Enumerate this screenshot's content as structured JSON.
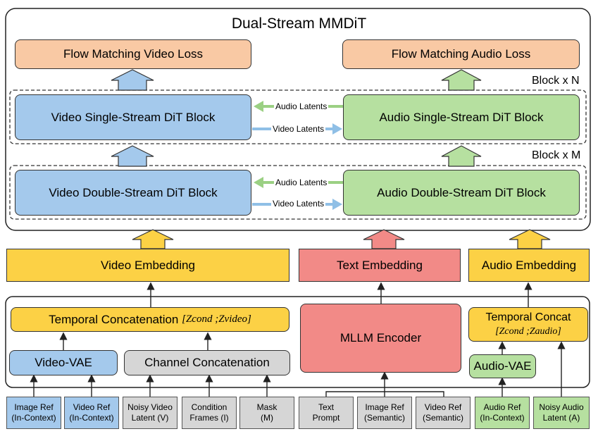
{
  "top": {
    "title": "Dual-Stream MMDiT",
    "video_loss": "Flow Matching Video Loss",
    "audio_loss": "Flow Matching Audio Loss",
    "block_n": "Block x N",
    "block_m": "Block x M",
    "video_single": "Video Single-Stream DiT Block",
    "audio_single": "Audio Single-Stream DiT Block",
    "video_double": "Video Double-Stream DiT Block",
    "audio_double": "Audio Double-Stream DiT Block",
    "audio_latents": "Audio Latents",
    "video_latents": "Video Latents"
  },
  "embeddings": {
    "video": "Video Embedding",
    "text": "Text Embedding",
    "audio": "Audio Embedding"
  },
  "encoders": {
    "temporal_concat_video": "Temporal Concatenation",
    "temporal_concat_video_formula": "[Zcond ;Zvideo]",
    "video_vae": "Video-VAE",
    "channel_concat": "Channel Concatenation",
    "mllm": "MLLM Encoder",
    "temporal_concat_audio": "Temporal Concat",
    "temporal_concat_audio_formula": "[Zcond ;Zaudio]",
    "audio_vae": "Audio-VAE"
  },
  "inputs": [
    {
      "line1": "Image Ref",
      "line2": "(In-Context)"
    },
    {
      "line1": "Video Ref",
      "line2": "(In-Context)"
    },
    {
      "line1": "Noisy Video",
      "line2": "Latent (V)"
    },
    {
      "line1": "Condition",
      "line2": "Frames (I)"
    },
    {
      "line1": "Mask",
      "line2": "(M)"
    },
    {
      "line1": "Text",
      "line2": "Prompt"
    },
    {
      "line1": "Image Ref",
      "line2": "(Semantic)"
    },
    {
      "line1": "Video Ref",
      "line2": "(Semantic)"
    },
    {
      "line1": "Audio Ref",
      "line2": "(In-Context)"
    },
    {
      "line1": "Noisy Audio",
      "line2": "Latent (A)"
    }
  ],
  "colors": {
    "loss": "#f9c9a4",
    "video_block": "#a4c9ec",
    "audio_block": "#b6e0a0",
    "embedding": "#fcd145",
    "text": "#f28a87",
    "input_gray": "#d6d6d6"
  }
}
